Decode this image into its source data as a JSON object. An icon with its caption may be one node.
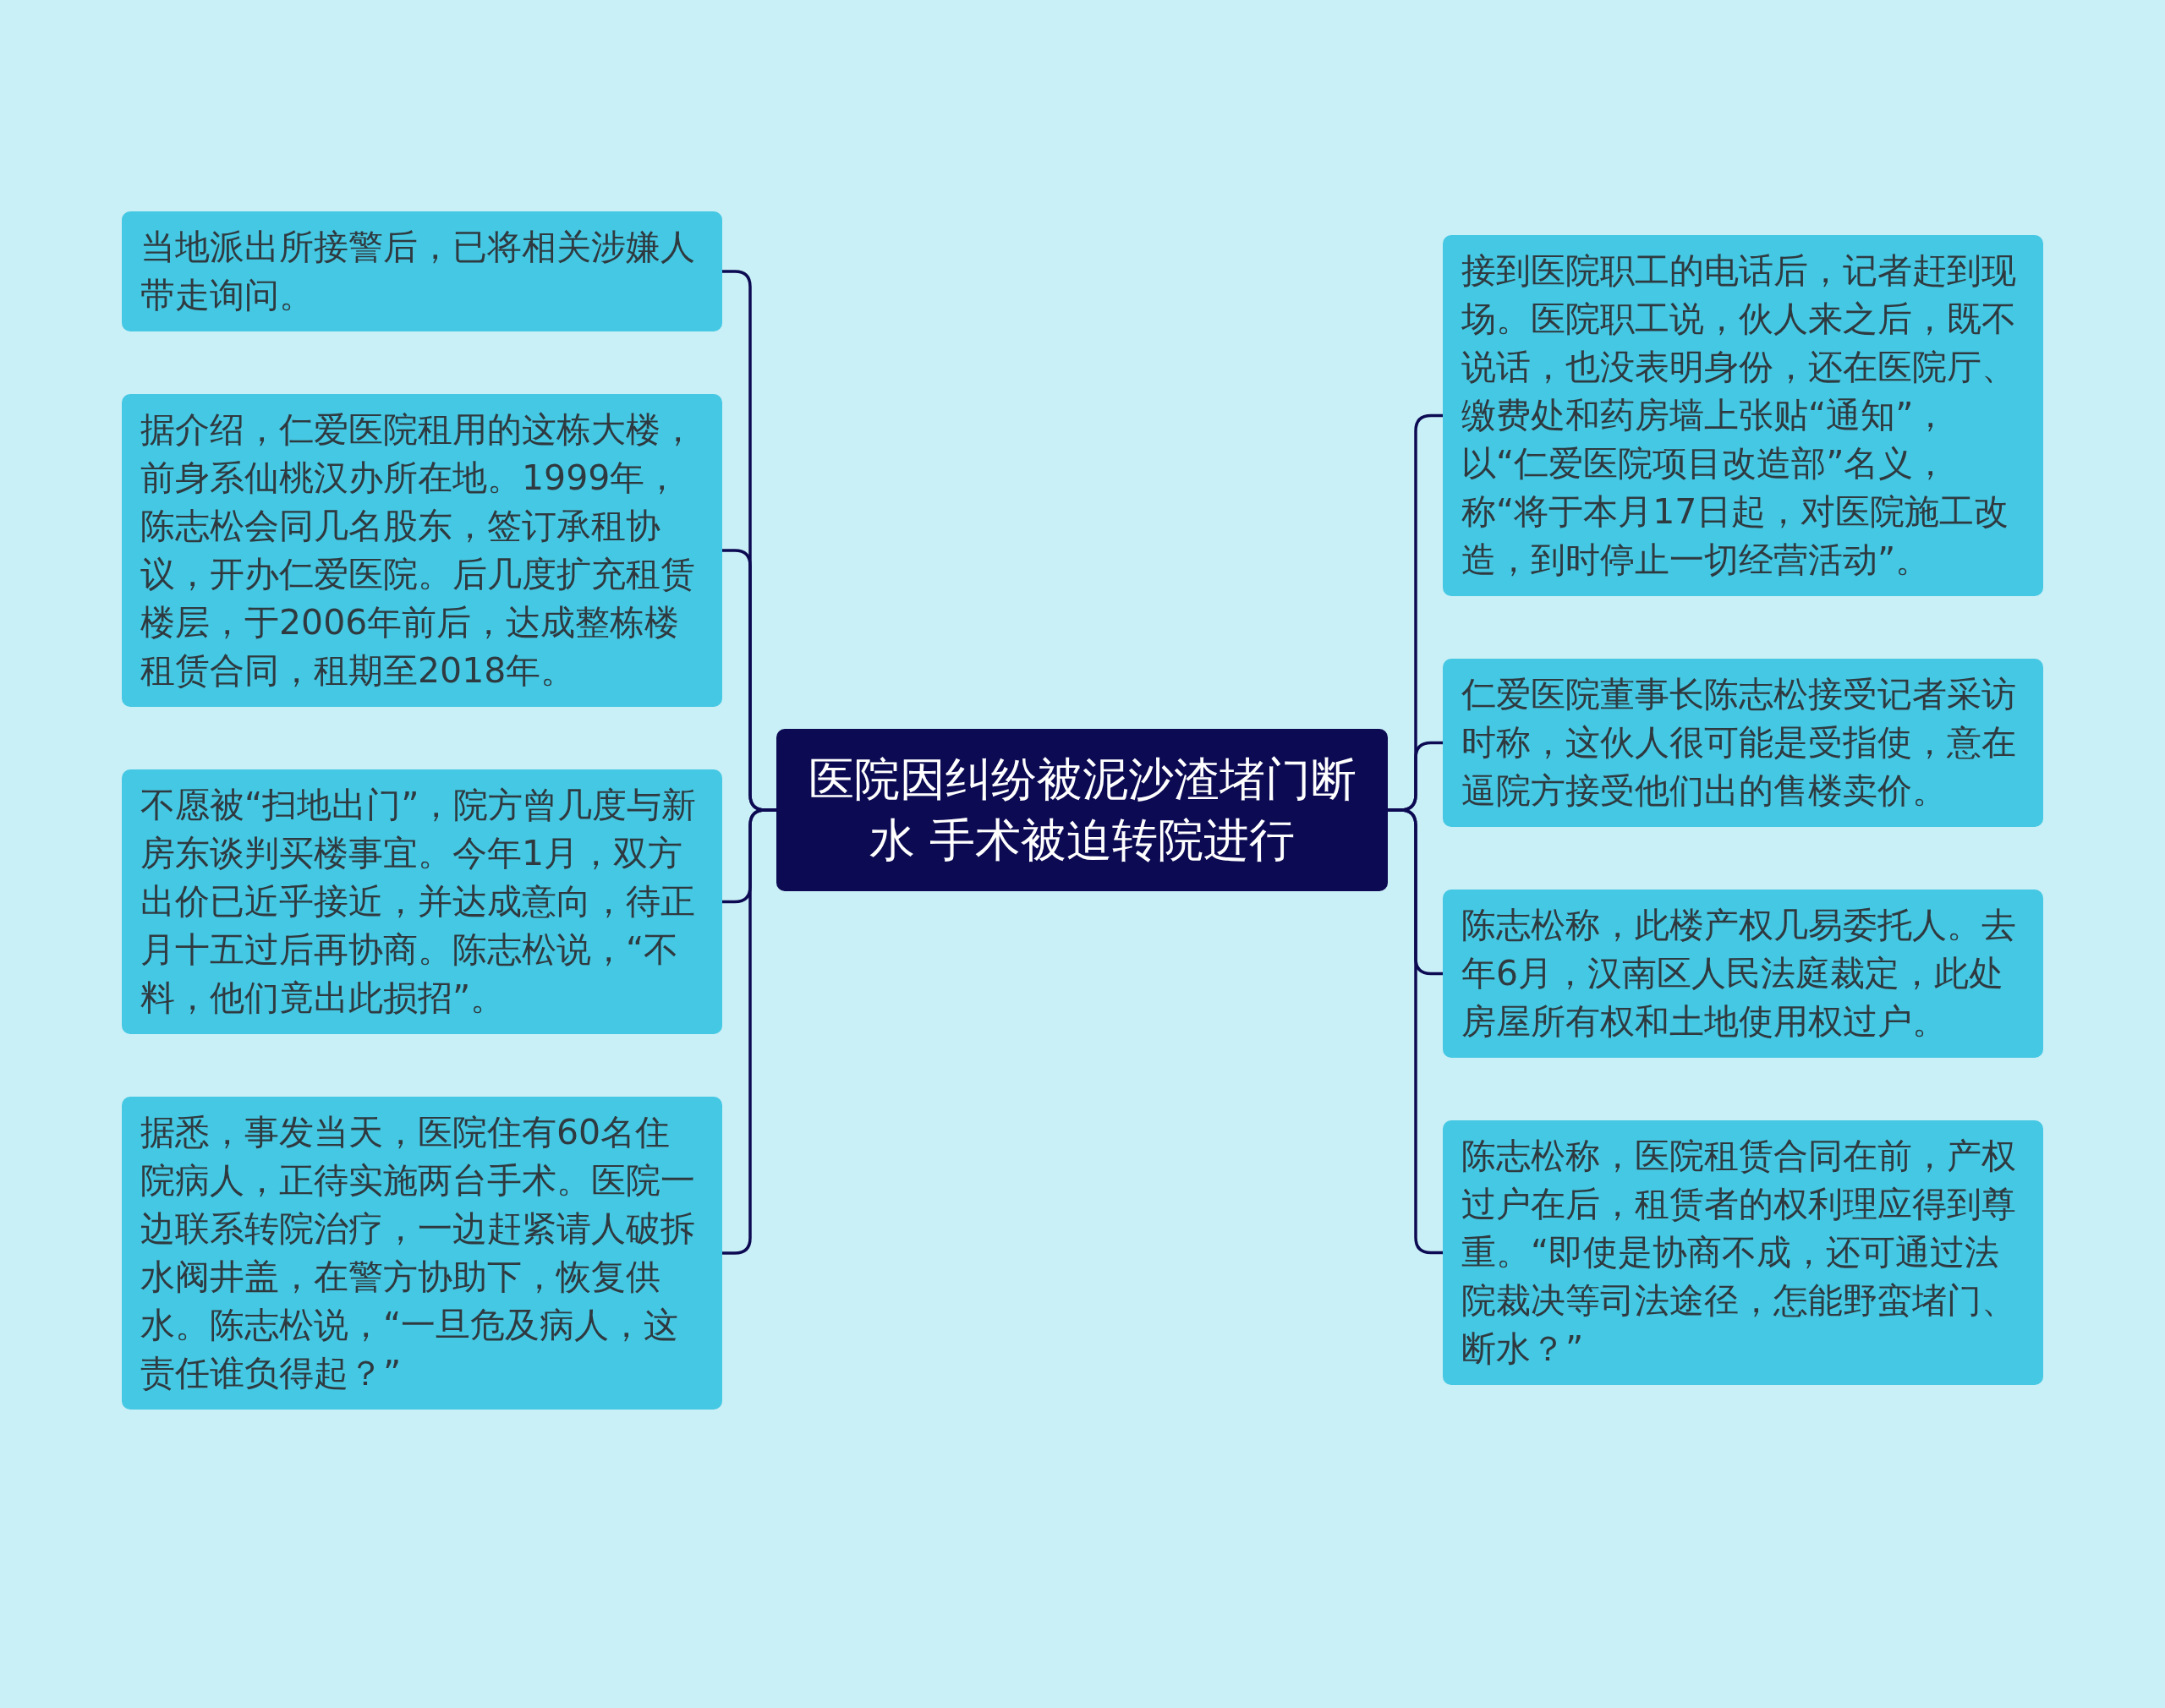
{
  "diagram": {
    "nodes": [
      {
        "text": [
          "医院因纠纷被泥沙渣堵门断水 手术被迫转院进行"
        ]
      },
      {
        "text": [
          "当地派出所接警后，已将相关涉嫌人带走询问。"
        ]
      },
      {
        "text": [
          "据介绍，仁爱医院租用的这栋大楼，前身系仙桃汉办所在地。1999年，陈志松会同几名股东，签订承租协议，开办仁爱医院。后几度扩充租赁楼层，于2006年前后，达成整栋楼租赁合同，租期至2018年。"
        ]
      },
      {
        "text": [
          "不愿被“扫地出门”，院方曾几度与新房东谈判买楼事宜。今年1月，双方出价已近乎接近，并达成意向，待正月十五过后再协商。陈志松说，“不料，他们竟出此损招”。"
        ]
      },
      {
        "text": [
          "据悉，事发当天，医院住有60名住院病人，正待实施两台手术。医院一边联系转院治疗，一边赶紧请人破拆水阀井盖，在警方协助下，恢复供水。陈志松说，“一旦危及病人，这责任谁负得起？”"
        ]
      },
      {
        "text": [
          "接到医院职工的电话后，记者赶到现场。医院职工说，伙人来之后，既不说话，也没表明身份，还在医院厅、缴费处和药房墙上张贴“通知”，以“仁爱医院项目改造部”名义，称“将于本月17日起，对医院施工改造，到时停止一切经营活动”。"
        ]
      },
      {
        "text": [
          "仁爱医院董事长陈志松接受记者采访时称，这伙人很可能是受指使，意在逼院方接受他们出的售楼卖价。"
        ]
      },
      {
        "text": [
          "陈志松称，此楼产权几易委托人。去年6月，汉南区人民法庭裁定，此处房屋所有权和土地使用权过户。"
        ]
      },
      {
        "text": [
          "陈志松称，医院租赁合同在前，产权过户在后，租赁者的权利理应得到尊重。“即使是协商不成，还可通过法院裁决等司法途径，怎能野蛮堵门、断水？”"
        ]
      }
    ],
    "edges": [
      {
        "from": 0,
        "to": 1,
        "arrow": "none"
      },
      {
        "from": 0,
        "to": 2,
        "arrow": "none"
      },
      {
        "from": 0,
        "to": 3,
        "arrow": "none"
      },
      {
        "from": 0,
        "to": 4,
        "arrow": "none"
      },
      {
        "from": 0,
        "to": 5,
        "arrow": "none"
      },
      {
        "from": 0,
        "to": 6,
        "arrow": "none"
      },
      {
        "from": 0,
        "to": 7,
        "arrow": "none"
      },
      {
        "from": 0,
        "to": 8,
        "arrow": "none"
      }
    ]
  }
}
